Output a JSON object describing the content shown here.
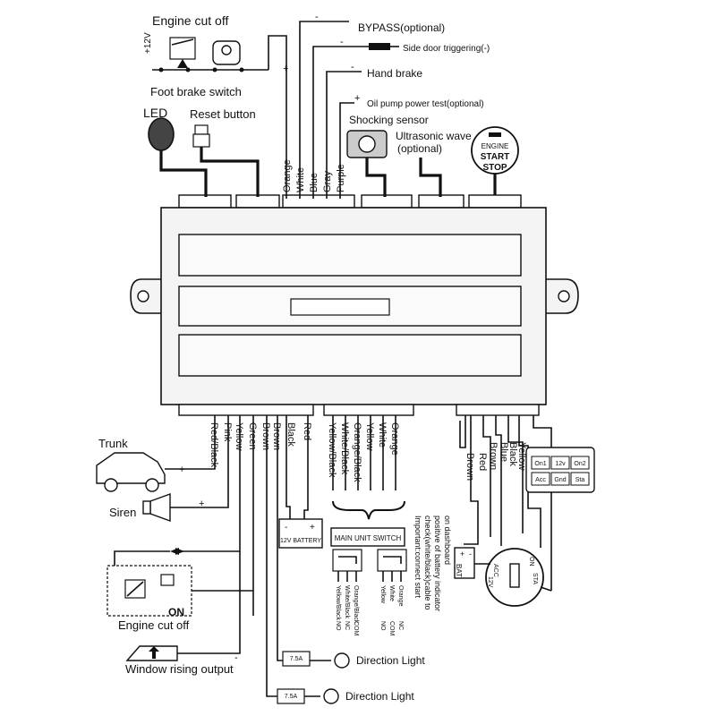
{
  "top_labels": {
    "engine_cut_off": "Engine cut off",
    "plus_12v": "+12V",
    "foot_brake_switch": "Foot brake switch",
    "bypass": "BYPASS(optional)",
    "side_door": "Side door triggering(-)",
    "hand_brake": "Hand brake",
    "oil_pump": "Oil pump power test(optional)",
    "led": "LED",
    "reset_button": "Reset button",
    "shocking_sensor": "Shocking sensor",
    "ultrasonic_1": "Ultrasonic wave",
    "ultrasonic_2": "(optional)",
    "engine_btn_1": "ENGINE",
    "engine_btn_2": "START",
    "engine_btn_3": "STOP"
  },
  "top_wires": [
    "Orange",
    "White",
    "Blue",
    "Gray",
    "Purple"
  ],
  "bottom_left_wires": [
    "Red/Black",
    "Pink",
    "Yellow",
    "Green",
    "Brown",
    "Brown",
    "Black",
    "Red"
  ],
  "bottom_middle_wires": [
    "Yellow/Black",
    "White/Black",
    "Orange/Black",
    "Yellow",
    "White",
    "Orange"
  ],
  "bottom_right_wires": [
    "Brown",
    "Red",
    "Brown",
    "Blue",
    "Black",
    "Yellow"
  ],
  "left_labels": {
    "trunk": "Trunk",
    "siren": "Siren",
    "engine_cut_off": "Engine cut off",
    "on": "ON",
    "window": "Window rising output"
  },
  "battery": "12V BATTERY",
  "main_unit_switch": "MAIN UNIT SWITCH",
  "switch_left_labels": [
    "Yellow/Black",
    "White/Black",
    "Orange/Black"
  ],
  "switch_left_codes": [
    "NO",
    "NC",
    "COM"
  ],
  "switch_right_labels": [
    "Yellow",
    "White",
    "Orange"
  ],
  "switch_right_codes": [
    "NO",
    "COM",
    "NC"
  ],
  "important_note": [
    "Important:connect start",
    "check(white/black)cable to",
    "positive of battery indicator",
    "on dashboard"
  ],
  "connector_pins": [
    "On1",
    "12v",
    "On2",
    "Acc",
    "Gnd",
    "Sta"
  ],
  "ignition": {
    "acc": "ACC",
    "v12": "12V",
    "on": "ON",
    "sta": "STA",
    "bat": "BAT"
  },
  "fuse": "7.5A",
  "direction_light_1": "Direction Light",
  "direction_light_2": "Direction Light",
  "signs": {
    "plus": "+",
    "minus": "-"
  }
}
